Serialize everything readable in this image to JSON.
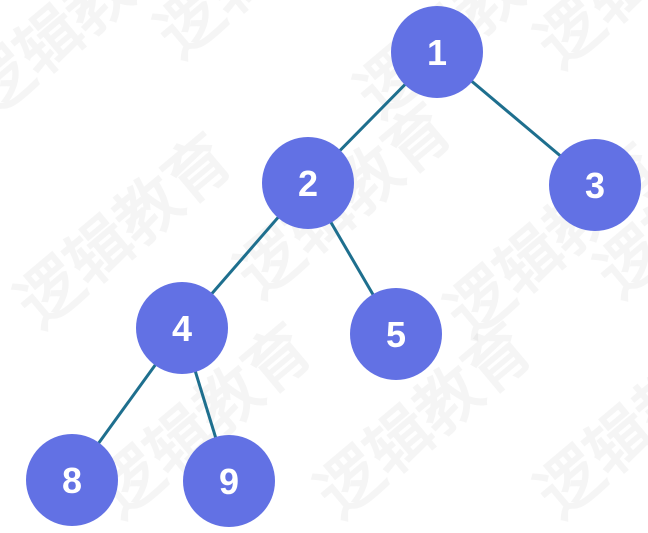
{
  "tree": {
    "node_color": "#6271e4",
    "edge_color": "#1e6f8e",
    "label_color": "#ffffff",
    "nodes": [
      {
        "id": "1",
        "label": "1"
      },
      {
        "id": "2",
        "label": "2"
      },
      {
        "id": "3",
        "label": "3"
      },
      {
        "id": "4",
        "label": "4"
      },
      {
        "id": "5",
        "label": "5"
      },
      {
        "id": "8",
        "label": "8"
      },
      {
        "id": "9",
        "label": "9"
      }
    ],
    "edges": [
      {
        "from": "1",
        "to": "2"
      },
      {
        "from": "1",
        "to": "3"
      },
      {
        "from": "2",
        "to": "4"
      },
      {
        "from": "2",
        "to": "5"
      },
      {
        "from": "4",
        "to": "8"
      },
      {
        "from": "4",
        "to": "9"
      }
    ]
  },
  "watermark": {
    "text": "逻辑教育"
  }
}
